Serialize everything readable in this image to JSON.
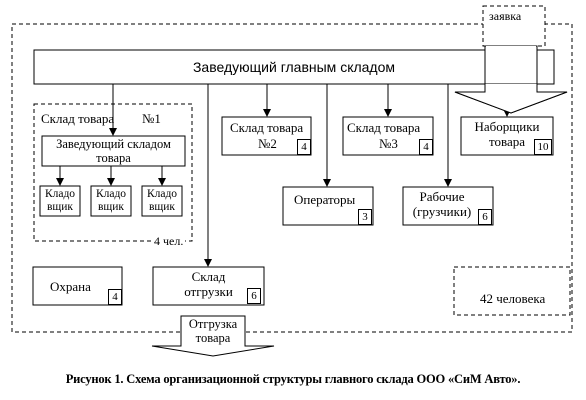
{
  "header": {
    "request": "заявка",
    "head_manager": "Заведующий главным складом"
  },
  "warehouse1": {
    "title": "Склад товара",
    "number": "№1",
    "manager": [
      "Заведующий складом",
      "товара"
    ],
    "storekeepers": [
      [
        "Кладо",
        "вщик"
      ],
      [
        "Кладо",
        "вщик"
      ],
      [
        "Кладо",
        "вщик"
      ]
    ],
    "staff_note": "4 чел."
  },
  "warehouse2": {
    "title": "Склад товара",
    "number": "№2",
    "count": "4"
  },
  "warehouse3": {
    "title": "Склад товара",
    "number": "№3",
    "count": "4"
  },
  "pickers": {
    "lines": [
      "Наборщики",
      "товара"
    ],
    "count": "10"
  },
  "operators": {
    "label": "Операторы",
    "count": "3"
  },
  "workers": {
    "lines": [
      "Рабочие",
      "(грузчики)"
    ],
    "count": "6"
  },
  "security": {
    "label": "Охрана",
    "count": "4"
  },
  "shipping_warehouse": {
    "lines": [
      "Склад",
      "отгрузки"
    ],
    "count": "6"
  },
  "shipment": {
    "lines": [
      "Отгрузка",
      "товара"
    ]
  },
  "total": "42 человека",
  "caption": "Рисунок 1. Схема организационной структуры главного склада ООО «СиМ Авто»."
}
